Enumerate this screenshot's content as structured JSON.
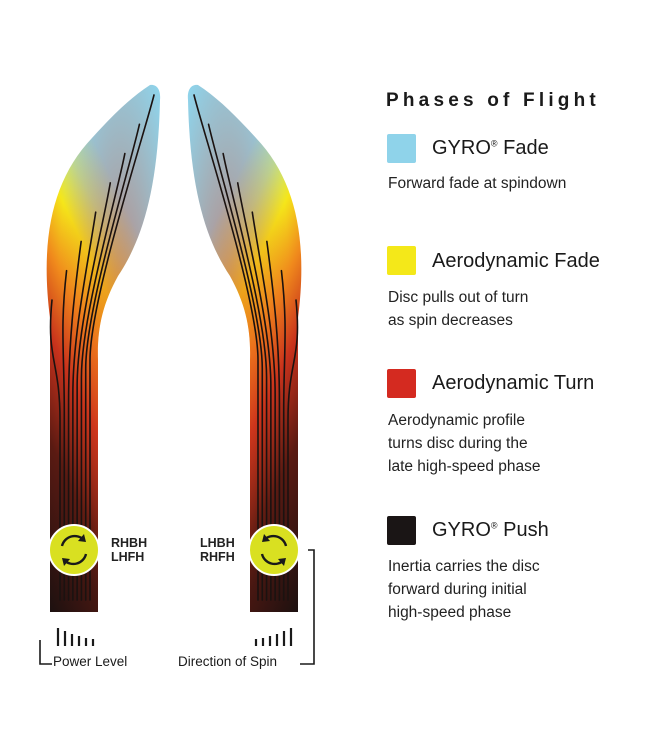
{
  "legend": {
    "title": "Phases of Flight",
    "phases": [
      {
        "name": "GYRO",
        "suffix": "Fade",
        "color": "#8fd3ea",
        "description": [
          "Forward fade at spindown"
        ]
      },
      {
        "name": "Aerodynamic Fade",
        "suffix": "",
        "color": "#f4e819",
        "description": [
          "Disc pulls out of turn",
          "as spin decreases"
        ]
      },
      {
        "name": "Aerodynamic Turn",
        "suffix": "",
        "color": "#d42a20",
        "description": [
          "Aerodynamic profile",
          "turns disc during the",
          "late high-speed phase"
        ]
      },
      {
        "name": "GYRO",
        "suffix": "Push",
        "color": "#1a1515",
        "description": [
          "Inertia carries the disc",
          "forward during initial",
          "high-speed phase"
        ]
      }
    ],
    "registered_mark": "®"
  },
  "left_path": {
    "throw_labels": [
      "RHBH",
      "LHFH"
    ]
  },
  "right_path": {
    "throw_labels": [
      "LHBH",
      "RHFH"
    ]
  },
  "bottom": {
    "power_level": "Power Level",
    "direction_of_spin": "Direction of Spin"
  },
  "colors": {
    "gyro_fade": "#8fd3ea",
    "aero_fade": "#f4e819",
    "aero_turn": "#d42a20",
    "gyro_push": "#1a1515",
    "disc_marker": "#d9e021"
  }
}
